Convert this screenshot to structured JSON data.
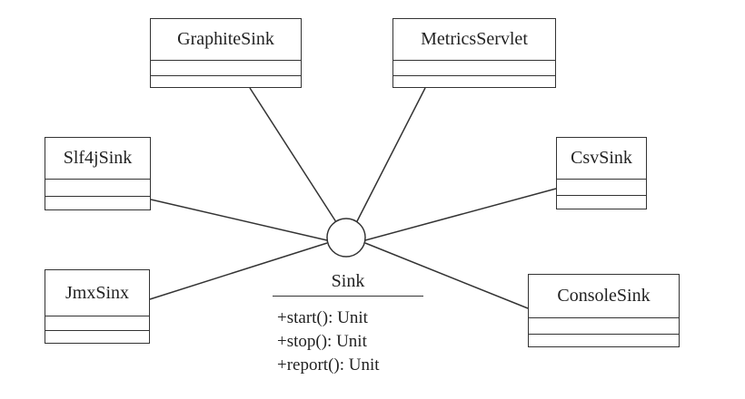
{
  "classes": [
    {
      "id": "graphite",
      "name": "GraphiteSink"
    },
    {
      "id": "metrics",
      "name": "MetricsServlet"
    },
    {
      "id": "slf4j",
      "name": "Slf4jSink"
    },
    {
      "id": "csv",
      "name": "CsvSink"
    },
    {
      "id": "jmx",
      "name": "JmxSinx"
    },
    {
      "id": "console",
      "name": "ConsoleSink"
    }
  ],
  "interface": {
    "name": "Sink",
    "operations": [
      "+start(): Unit",
      "+stop(): Unit",
      "+report(): Unit"
    ]
  }
}
